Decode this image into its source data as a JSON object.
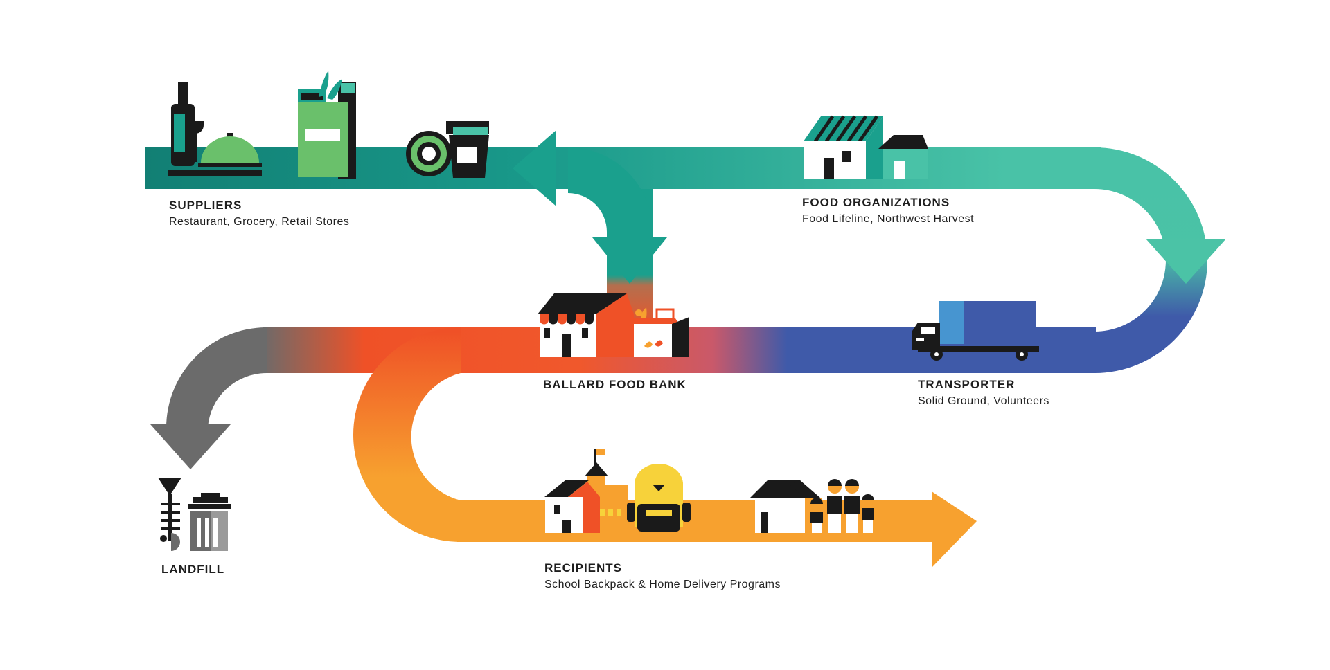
{
  "colors": {
    "teal_dark": "#16847a",
    "teal": "#1aa08d",
    "teal_light": "#4cc2a7",
    "blue": "#3f5aa9",
    "red_orange": "#ef5127",
    "orange": "#f7a12f",
    "gray": "#6b6b6b",
    "green": "#6ac06b",
    "black": "#1a1a1a"
  },
  "nodes": {
    "suppliers": {
      "title": "SUPPLIERS",
      "subtitle": "Restaurant, Grocery, Retail Stores",
      "icons": [
        "wine-bottle-icon",
        "cloche-dish-icon",
        "grocery-bag-icon",
        "donut-icon",
        "coffee-cup-icon"
      ]
    },
    "food_organizations": {
      "title": "FOOD ORGANIZATIONS",
      "subtitle": "Food Lifeline, Northwest Harvest",
      "icons": [
        "warehouse-icon",
        "house-icon"
      ]
    },
    "transporter": {
      "title": "TRANSPORTER",
      "subtitle": "Solid Ground, Volunteers",
      "icons": [
        "truck-icon"
      ]
    },
    "food_bank": {
      "title": "BALLARD FOOD BANK",
      "subtitle": "",
      "icons": [
        "food-bank-building-icon",
        "food-box-icon"
      ]
    },
    "landfill": {
      "title": "LANDFILL",
      "subtitle": "",
      "icons": [
        "fish-bone-icon",
        "trash-can-icon"
      ]
    },
    "recipients": {
      "title": "RECIPIENTS",
      "subtitle": "School Backpack & Home Delivery Programs",
      "icons": [
        "school-icon",
        "backpack-icon",
        "home-icon",
        "family-icon"
      ]
    }
  }
}
